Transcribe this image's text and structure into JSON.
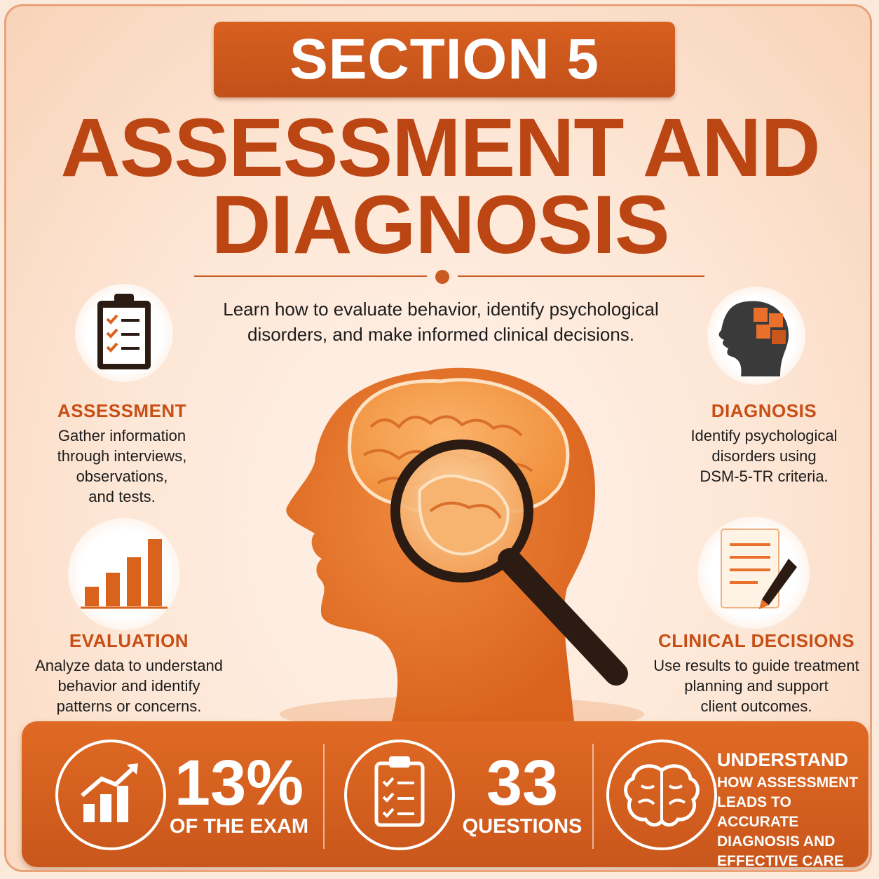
{
  "header": {
    "section_label": "SECTION 5",
    "title_line1": "ASSESSMENT AND",
    "title_line2": "DIAGNOSIS"
  },
  "intro": {
    "line1": "Learn how to evaluate behavior, identify psychological",
    "line2": "disorders, and make informed clinical decisions."
  },
  "features": {
    "assessment": {
      "title": "ASSESSMENT",
      "lines": [
        "Gather information",
        "through interviews,",
        "observations,",
        "and tests."
      ],
      "icon": "clipboard-checklist-icon"
    },
    "evaluation": {
      "title": "EVALUATION",
      "lines": [
        "Analyze data to understand",
        "behavior and identify",
        "patterns or concerns."
      ],
      "icon": "bar-chart-icon"
    },
    "diagnosis": {
      "title": "DIAGNOSIS",
      "lines": [
        "Identify psychological",
        "disorders using",
        "DSM-5-TR criteria."
      ],
      "icon": "puzzle-head-icon"
    },
    "clinical": {
      "title": "CLINICAL DECISIONS",
      "lines": [
        "Use results to guide treatment",
        "planning and support",
        "client outcomes."
      ],
      "icon": "document-pen-icon"
    }
  },
  "stats": {
    "exam": {
      "value": "13%",
      "label": "OF THE EXAM",
      "icon": "trend-chart-icon"
    },
    "questions": {
      "value": "33",
      "label": "QUESTIONS",
      "icon": "clipboard-icon"
    },
    "understand": {
      "title": "UNDERSTAND",
      "lines": [
        "HOW ASSESSMENT",
        "LEADS TO ACCURATE",
        "DIAGNOSIS AND",
        "EFFECTIVE CARE"
      ],
      "icon": "brain-icon"
    }
  },
  "colors": {
    "accent": "#c64f16",
    "brand_orange": "#e06a24",
    "text": "#1c1c1c"
  }
}
